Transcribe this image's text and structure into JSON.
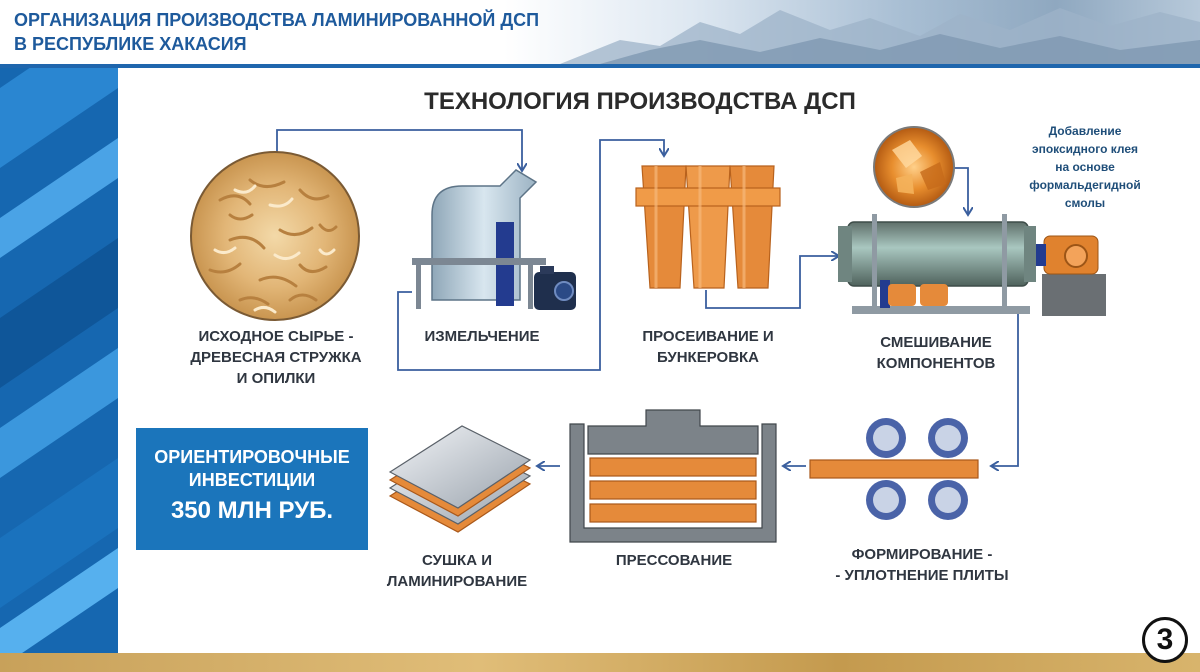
{
  "header": {
    "title_line1": "ОРГАНИЗАЦИЯ ПРОИЗВОДСТВА ЛАМИНИРОВАННОЙ ДСП",
    "title_line2": "В РЕСПУБЛИКЕ ХАКАСИЯ"
  },
  "diagram": {
    "title": "ТЕХНОЛОГИЯ ПРОИЗВОДСТВА ДСП",
    "steps": {
      "raw": {
        "line1": "ИСХОДНОЕ СЫРЬЕ -",
        "line2": "ДРЕВЕСНАЯ СТРУЖКА",
        "line3": "И ОПИЛКИ"
      },
      "grinding": {
        "line1": "ИЗМЕЛЬЧЕНИЕ"
      },
      "sifting": {
        "line1": "ПРОСЕИВАНИЕ И",
        "line2": "БУНКЕРОВКА"
      },
      "mixing": {
        "line1": "СМЕШИВАНИЕ",
        "line2": "КОМПОНЕНТОВ"
      },
      "forming": {
        "line1": "ФОРМИРОВАНИЕ -",
        "line2": "- УПЛОТНЕНИЕ ПЛИТЫ"
      },
      "pressing": {
        "line1": "ПРЕССОВАНИЕ"
      },
      "drying": {
        "line1": "СУШКА И",
        "line2": "ЛАМИНИРОВАНИЕ"
      }
    },
    "glue_note": {
      "line1": "Добавление",
      "line2": "эпоксидного клея",
      "line3": "на основе",
      "line4": "формальдегидной",
      "line5": "смолы"
    }
  },
  "investment": {
    "line1": "ОРИЕНТИРОВОЧНЫЕ",
    "line2": "ИНВЕСТИЦИИ",
    "line3": "350 МЛН РУБ."
  },
  "page": {
    "number": "3"
  },
  "colors": {
    "brand_blue": "#1b75bb",
    "title_blue": "#1e5a9c",
    "arrow_blue": "#3a5f9e",
    "orange": "#e58a3a",
    "machine_grey": "#8f9aa3"
  },
  "icons": [
    "wood-shavings-image",
    "shredder-machine-icon",
    "hopper-icon",
    "resin-image",
    "mixer-icon",
    "rollers-icon",
    "press-icon",
    "laminated-sheets-icon"
  ]
}
